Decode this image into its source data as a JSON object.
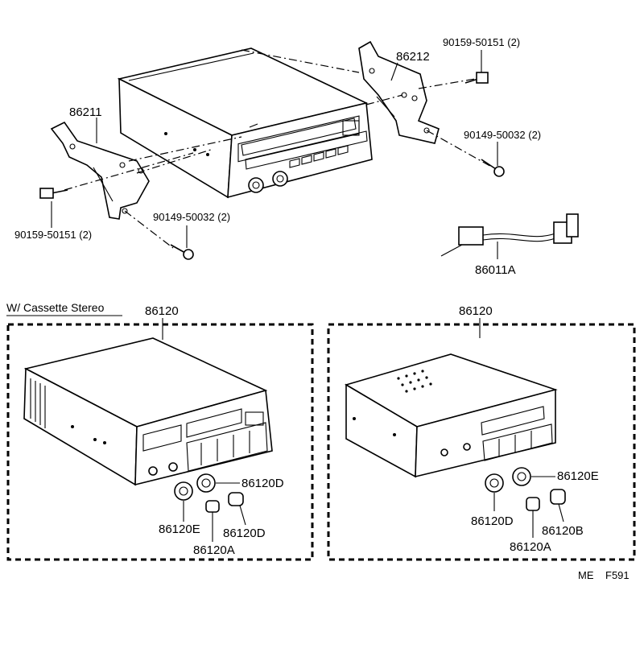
{
  "top_assembly": {
    "bracket_left": "86211",
    "bracket_right": "86212",
    "screw_left_bottom": "90159-50151 (2)",
    "screw_right_top": "90159-50151 (2)",
    "bolt_left": "90149-50032 (2)",
    "bolt_right": "90149-50032 (2)",
    "wire_harness": "86011A"
  },
  "left_panel": {
    "title": "W/ Cassette Stereo",
    "assembly_label": "86120",
    "knobs": [
      "86120D",
      "86120E",
      "86120D",
      "86120A"
    ]
  },
  "right_panel": {
    "assembly_label": "86120",
    "knobs": [
      "86120E",
      "86120D",
      "86120B",
      "86120A"
    ]
  },
  "footer": {
    "code_left": "ME",
    "code_right": "F591"
  }
}
